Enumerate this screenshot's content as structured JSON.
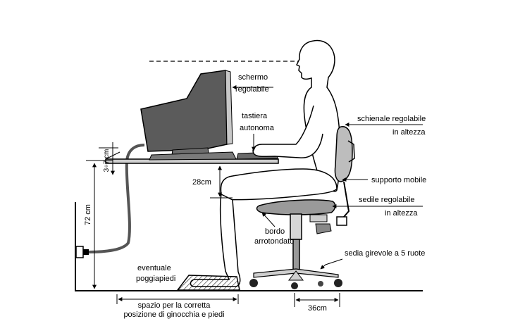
{
  "labels": {
    "screen_line1": "schermo",
    "screen_line2": "regolabile",
    "keyboard_line1": "tastiera",
    "keyboard_line2": "autonoma",
    "backrest_line1": "schienale regolabile",
    "backrest_line2": "in altezza",
    "support": "supporto mobile",
    "seat_line1": "sedile regolabile",
    "seat_line2": "in altezza",
    "edge_line1": "bordo",
    "edge_line2": "arrotondato",
    "chair": "sedia girevole a 5 ruote",
    "footrest_line1": "eventuale",
    "footrest_line2": "poggiapiedi",
    "space_line1": "spazio per la corretta",
    "space_line2": "posizione di ginocchia e piedi"
  },
  "dimensions": {
    "desk_height": "72 cm",
    "keyboard_height": "3÷7 cm",
    "thigh_clearance": "28cm",
    "base_width": "36cm"
  }
}
